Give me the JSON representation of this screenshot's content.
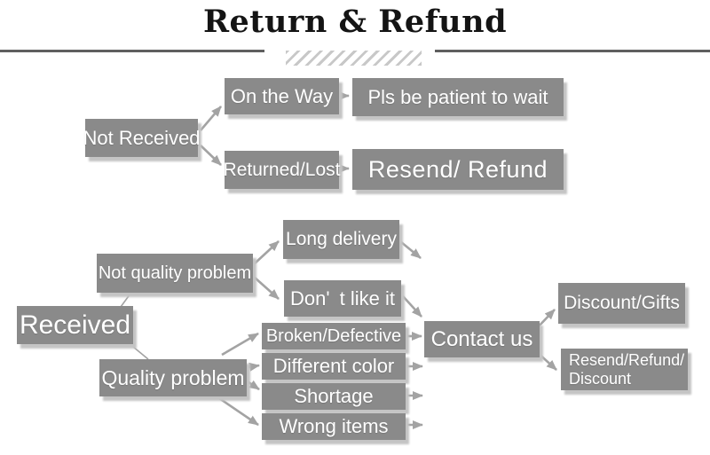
{
  "title": "Return & Refund",
  "colors": {
    "bg": "#ffffff",
    "box": "#8a8a8a",
    "box-text": "#ffffff",
    "shadow": "#c4c4c4",
    "arrow": "#a3a3a3",
    "rule": "#5f5f5f",
    "hatch": "#c8c8c8",
    "title": "#141414"
  },
  "nodes": {
    "not_received": {
      "label": "Not Received"
    },
    "on_the_way": {
      "label": "On the Way"
    },
    "pls_wait": {
      "label": "Pls be patient to wait"
    },
    "returned_lost": {
      "label": "Returned/Lost"
    },
    "resend_refund": {
      "label": "Resend/ Refund"
    },
    "long_delivery": {
      "label": "Long delivery"
    },
    "not_quality_problem": {
      "label": "Not quality problem"
    },
    "dont_like_it": {
      "label": "Don' t like it"
    },
    "received": {
      "label": "Received"
    },
    "quality_problem": {
      "label": "Quality problem"
    },
    "broken_defective": {
      "label": "Broken/Defective"
    },
    "different_color": {
      "label": "Different color"
    },
    "shortage": {
      "label": "Shortage"
    },
    "wrong_items": {
      "label": "Wrong items"
    },
    "contact_us": {
      "label": "Contact us"
    },
    "discount_gifts": {
      "label": "Discount/Gifts"
    },
    "resend_refund_discount": {
      "line1": "Resend/Refund/",
      "line2": "Discount"
    }
  }
}
